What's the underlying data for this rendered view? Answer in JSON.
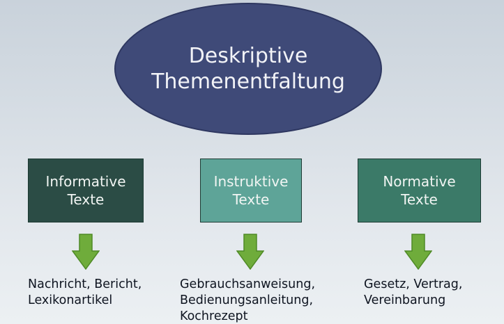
{
  "title": {
    "lines": [
      "Deskriptive",
      "Themenentfaltung"
    ]
  },
  "categories": [
    {
      "lines": [
        "Informative",
        "Texte"
      ],
      "examples": [
        "Nachricht, Bericht,",
        "Lexikonartikel"
      ]
    },
    {
      "lines": [
        "Instruktive",
        "Texte"
      ],
      "examples": [
        "Gebrauchsanweisung,",
        "Bedienungsanleitung,",
        "Kochrezept"
      ]
    },
    {
      "lines": [
        "Normative",
        "Texte"
      ],
      "examples": [
        "Gesetz, Vertrag,",
        "Vereinbarung"
      ]
    }
  ],
  "colors": {
    "ellipse": "#3f4a78",
    "box_informative": "#2b4c45",
    "box_instruktive": "#5ea498",
    "box_normative": "#3b7a68",
    "arrow": "#6fac3b"
  },
  "icons": {
    "arrow": "arrow-down-icon"
  }
}
